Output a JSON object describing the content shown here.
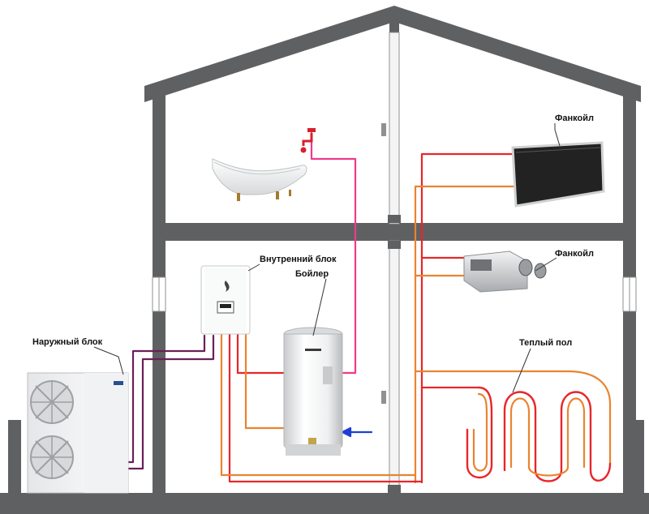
{
  "labels": {
    "fancoil_top": "Фанкойл",
    "fancoil_mid": "Фанкойл",
    "indoor_unit": "Внутренний блок",
    "boiler": "Бойлер",
    "outdoor_unit": "Наружный блок",
    "floor_heating": "Теплый пол"
  },
  "colors": {
    "wall": "#5f6062",
    "supply_pipe": "#e8262b",
    "return_pipe": "#e98430",
    "refrigerant_pipe": "#6a1f5a",
    "hot_water_pipe": "#ee3b8a",
    "cold_water_inlet": "#1d3fd6",
    "fancoil_panel": "#222222"
  }
}
